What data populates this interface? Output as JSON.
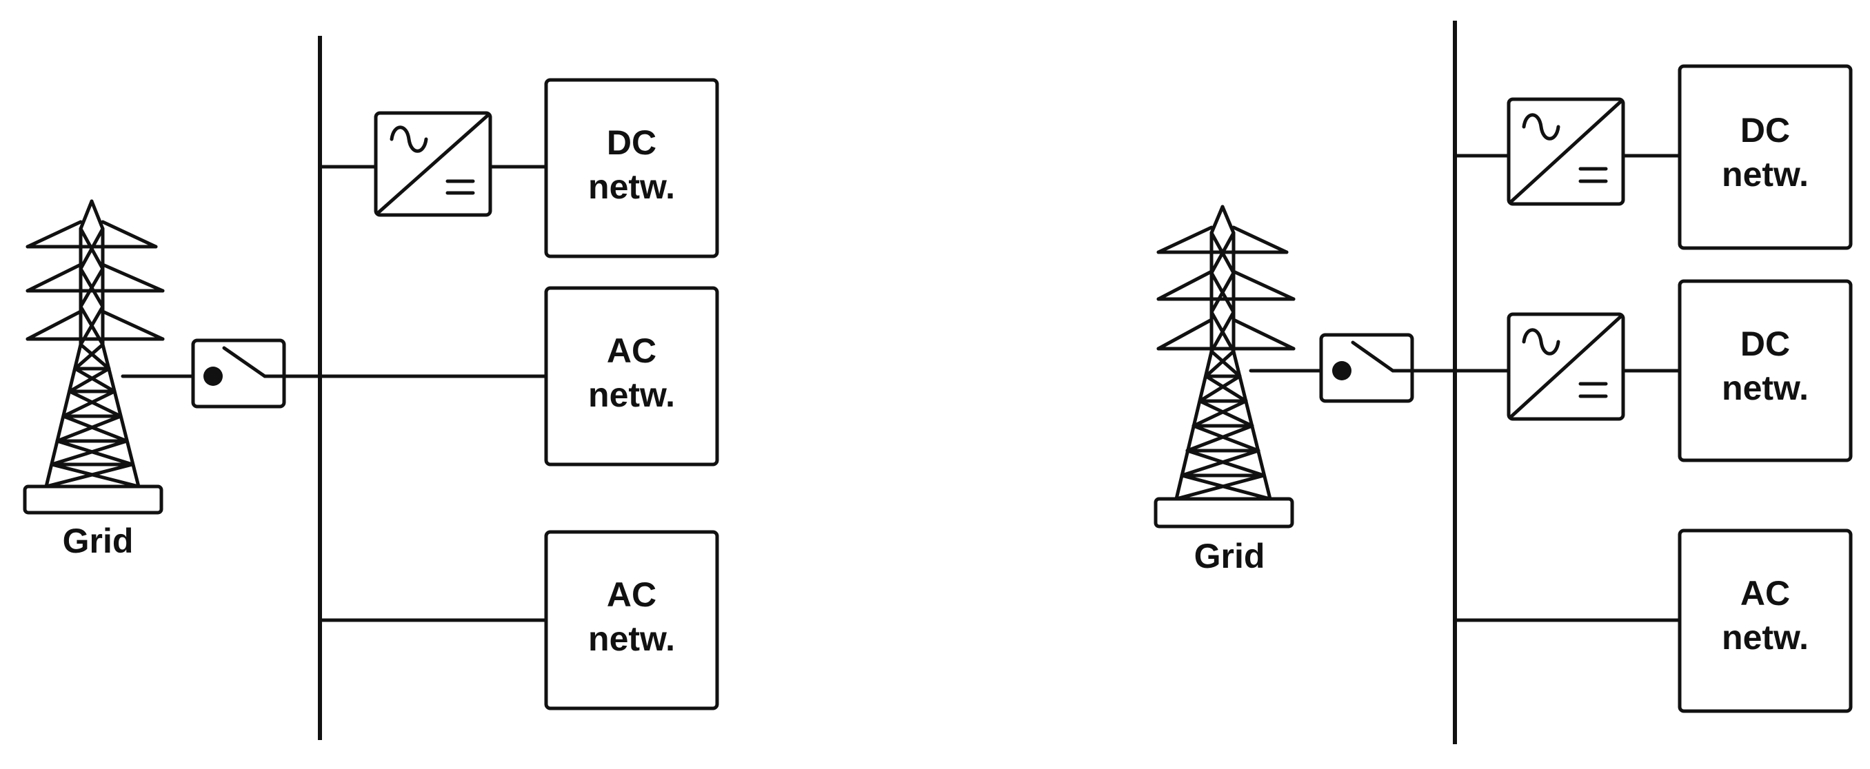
{
  "colors": {
    "stroke": "#111111",
    "background": "#ffffff"
  },
  "icons": {
    "tower": "transmission-tower-icon",
    "breaker": "circuit-breaker-icon",
    "converter": "ac-dc-converter-icon"
  },
  "left": {
    "grid_label": "Grid",
    "networks": [
      {
        "line1": "DC",
        "line2": "netw.",
        "converter": true
      },
      {
        "line1": "AC",
        "line2": "netw.",
        "converter": false
      },
      {
        "line1": "AC",
        "line2": "netw.",
        "converter": false
      }
    ]
  },
  "right": {
    "grid_label": "Grid",
    "networks": [
      {
        "line1": "DC",
        "line2": "netw.",
        "converter": true
      },
      {
        "line1": "DC",
        "line2": "netw.",
        "converter": true
      },
      {
        "line1": "AC",
        "line2": "netw.",
        "converter": false
      }
    ]
  }
}
